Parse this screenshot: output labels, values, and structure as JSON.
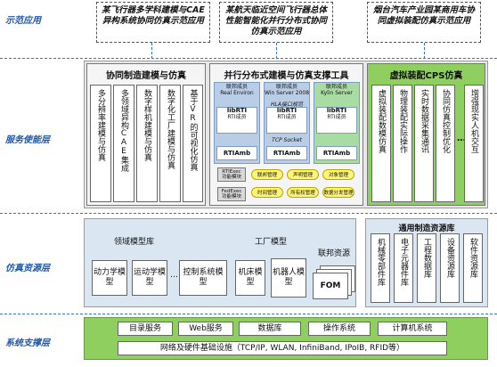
{
  "layers": {
    "demo": "示范应用",
    "service": "服务使能层",
    "resource": "仿真资源层",
    "support": "系统支撑层"
  },
  "demos": [
    "某飞行器多学科建模与CAE异构系统协同仿真示范应用",
    "某航天临近空间飞行器总体性能智能化并行分布式协同仿真示范应用",
    "烟台汽车产业园某商用车协同虚拟装配仿真示范应用"
  ],
  "collab": {
    "title": "协同制造建模与仿真",
    "cells": [
      "多分辨率建模与仿真",
      "多领域异构CAE集成",
      "数字样机建模与仿真",
      "数字化工厂建模与仿真",
      "基于VR的可视化仿真"
    ]
  },
  "parallel": {
    "title": "并行分布式建模与仿真支撑工具",
    "servers": [
      {
        "t1": "联邦成员",
        "t2": "Real Environ",
        "rti": "RTI成员",
        "lib": "libRTI",
        "amb": "RTIAmb"
      },
      {
        "t1": "联邦成员",
        "t2": "Win Server 2008",
        "rti": "RTI成员",
        "lib": "libRTI",
        "amb": "RTIAmb"
      },
      {
        "t1": "联邦成员",
        "t2": "Kylin Server",
        "rti": "RTI成员",
        "lib": "libRTI",
        "amb": "RTIAmb"
      }
    ],
    "hla": "HLA接口规范",
    "tcp": "TCP Socket",
    "rtiexec": "RTIExec\n功能模块",
    "fedexec": "FedExec\n功能模块",
    "services": [
      "联邦管理",
      "声明管理",
      "对象管理",
      "时间管理",
      "所有权管理",
      "数据分发管理"
    ]
  },
  "cps": {
    "title": "虚拟装配CPS仿真",
    "cells": [
      "虚拟装配数模仿真",
      "物理装配实际操作",
      "实时数据采集通讯",
      "协同仿真控制优化",
      "增强现实人机交互"
    ],
    "ellipsis": "…"
  },
  "domain": {
    "title": "领域模型库",
    "items": [
      "动力学模型",
      "运动学模型",
      "控制系统模型"
    ],
    "ellipsis": "…"
  },
  "factory": {
    "title": "工厂模型",
    "items": [
      "机床模型",
      "机器人模型"
    ]
  },
  "fed": {
    "title": "联邦资源",
    "fom": "FOM"
  },
  "general": {
    "title": "通用制造资源库",
    "items": [
      "机械零部件库",
      "电子元器件库",
      "工程数据库",
      "设备资源库",
      "软件资源库"
    ]
  },
  "support": {
    "items": [
      "目录服务",
      "Web服务",
      "数据库",
      "操作系统",
      "计算机系统"
    ],
    "network": "网络及硬件基础设施（TCP/IP, WLAN, InfiniBand, IPoIB, RFID等）"
  },
  "colors": {
    "accent": "#1f57a8",
    "green": "#8fcf5f",
    "lightblue": "#dbe6f3"
  }
}
